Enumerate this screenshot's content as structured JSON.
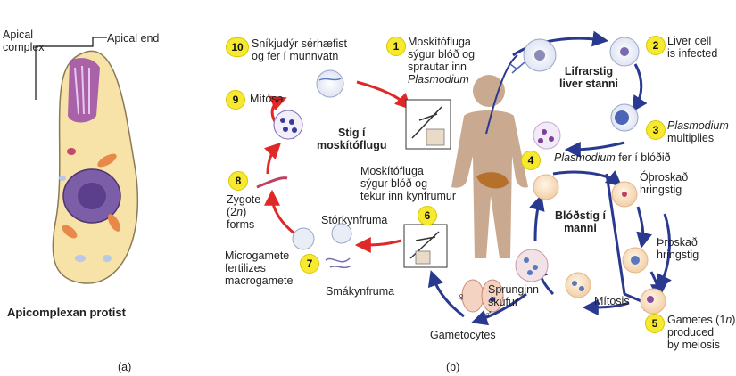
{
  "panel_a": {
    "caption": "(a)",
    "title": "Apicomplexan protist",
    "label_apical_complex": [
      "Apical",
      "complex"
    ],
    "label_apical_end": "Apical end"
  },
  "panel_b": {
    "caption": "(b)",
    "steps": {
      "s1": {
        "num": "1",
        "lines": [
          "Moskítófluga",
          "sýgur blóð og",
          "sprautar inn"
        ],
        "italic": "Plasmodium"
      },
      "s2": {
        "num": "2",
        "lines": [
          "Liver cell",
          "is infected"
        ]
      },
      "s3": {
        "num": "3",
        "italic": "Plasmodium",
        "lines": [
          "multiplies"
        ]
      },
      "s4": {
        "num": "4",
        "italic": "Plasmodium",
        "rest": " fer í blóðið"
      },
      "s5": {
        "num": "5",
        "lines": [
          "Gametes (1",
          "produced",
          "by meiosis"
        ],
        "sup_n": "n",
        "close": ")"
      },
      "s6": {
        "num": "6",
        "lines": [
          "Moskítófluga",
          "sýgur blóð og",
          "tekur inn kynfrumur"
        ]
      },
      "s7": {
        "num": "7",
        "lines": [
          "Microgamete",
          "fertilizes",
          "macrogamete"
        ]
      },
      "s8": {
        "num": "8",
        "lines": [
          "Zygote",
          "(2",
          "forms"
        ],
        "n": "n",
        "close": ")"
      },
      "s9": {
        "num": "9",
        "lines": [
          "Mítósa"
        ]
      },
      "s10": {
        "num": "10",
        "lines": [
          "Sníkjudýr sérhæfist",
          "og fer í munnvatn"
        ]
      }
    },
    "stage_labels": {
      "liver": [
        "Lifrarstig",
        "liver stanni"
      ],
      "mosquito": [
        "Stig í",
        "moskítóflugu"
      ],
      "blood": [
        "Blóðstig í",
        "manni"
      ]
    },
    "cell_labels": {
      "immature_ring": [
        "Óþroskað",
        "hringstig"
      ],
      "mature_ring": [
        "Þroskað",
        "hringstig"
      ],
      "mitosis": "Mítosis",
      "ruptured": [
        "Sprunginn",
        "skúfur"
      ],
      "gametocytes": "Gametocytes",
      "macrogamete": "Stórkynfruma",
      "microgamete": "Smákynfruma"
    },
    "sex_symbols": {
      "female": "♀",
      "male": "♂"
    }
  },
  "colors": {
    "red_arrow": "#e02828",
    "blue_arrow": "#2a3990",
    "badge": "#f6e92f",
    "cell_body": "#f7e2a8",
    "apical": "#8a3a9a",
    "nucleus": "#7b5ea7",
    "human": "#c9a98f",
    "liver": "#b5702c"
  }
}
